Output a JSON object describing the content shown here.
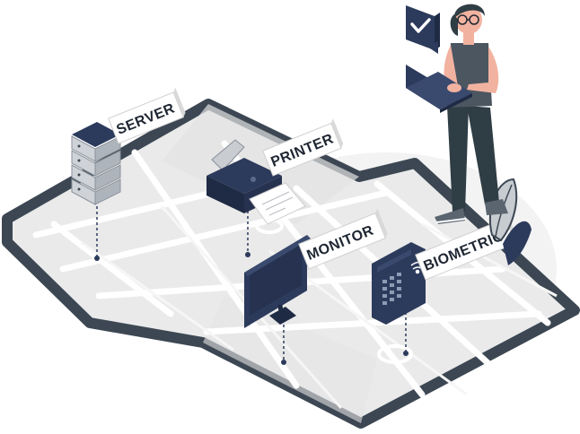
{
  "devices": [
    {
      "id": "server",
      "label": "SERVER",
      "icon": "server-rack-icon"
    },
    {
      "id": "printer",
      "label": "PRINTER",
      "icon": "printer-icon"
    },
    {
      "id": "monitor",
      "label": "MONITOR",
      "icon": "monitor-icon"
    },
    {
      "id": "biometric",
      "label": "BIOMETRIC",
      "icon": "biometric-scanner-icon"
    }
  ],
  "person": {
    "icon": "checkmark-badge-icon",
    "holds": "laptop-icon"
  },
  "colors": {
    "navy": "#2c3a5c",
    "map_outline": "#3c4753",
    "map_fill": "#ececec",
    "road": "#ffffff",
    "skin": "#f2b2a0",
    "accent_grey": "#5a6570"
  }
}
